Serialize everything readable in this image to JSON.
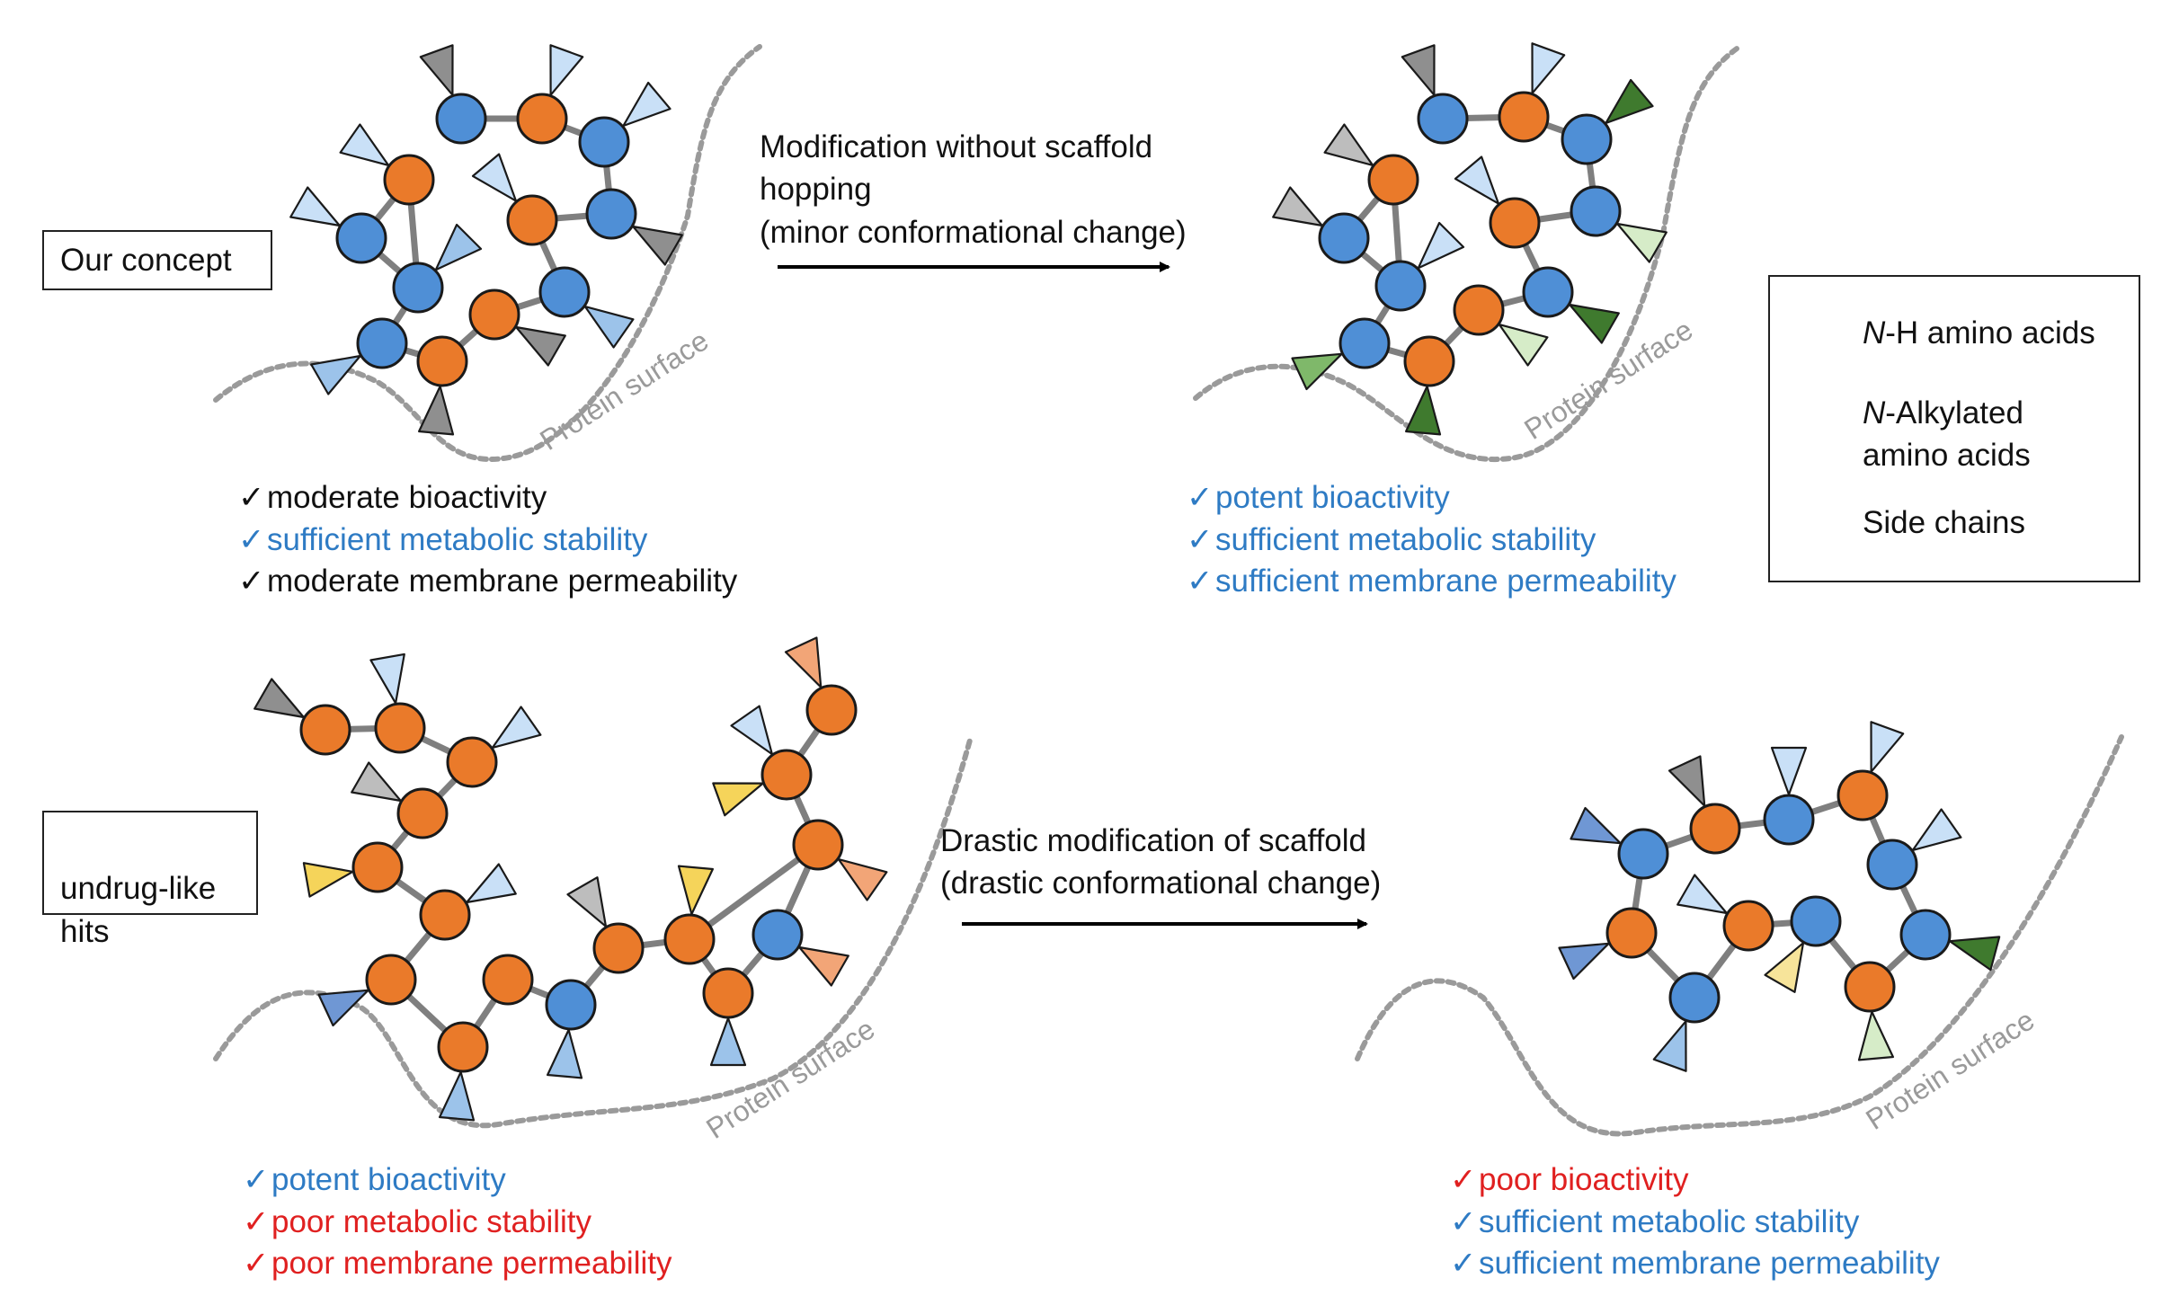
{
  "colors": {
    "nh_fill": "#ea7a2a",
    "nalk_fill": "#4f8fd6",
    "outline": "#1a1a1a",
    "bond": "#7f7f7f",
    "surface": "#9a9a9a",
    "positive_text": "#2e7bc4",
    "negative_text": "#e02020",
    "neutral_text": "#111111"
  },
  "concept_box": {
    "label": "Our concept"
  },
  "hits_box": {
    "label": "undrug-like\nhits"
  },
  "top_arrow": {
    "label": "Modification without scaffold\nhopping\n(minor conformational change)"
  },
  "bottom_arrow": {
    "label": "Drastic modification of scaffold\n(drastic conformational change)"
  },
  "surface_label": "Protein surface",
  "legend": {
    "nh_prefix": "N",
    "nh_suffix": "-H amino acids",
    "alk_prefix": "N",
    "alk_suffix": "-Alkylated",
    "alk_line2": "amino acids",
    "side": "Side chains"
  },
  "lists": {
    "top_left": [
      {
        "mark": "✓",
        "text": "moderate bioactivity",
        "tone": "neutral"
      },
      {
        "mark": "✓",
        "text": "sufficient metabolic stability",
        "tone": "positive"
      },
      {
        "mark": "✓",
        "text": "moderate membrane permeability",
        "tone": "neutral"
      }
    ],
    "top_right": [
      {
        "mark": "✓",
        "text": "potent bioactivity",
        "tone": "positive"
      },
      {
        "mark": "✓",
        "text": "sufficient metabolic stability",
        "tone": "positive"
      },
      {
        "mark": "✓",
        "text": "sufficient membrane permeability",
        "tone": "positive"
      }
    ],
    "bottom_left": [
      {
        "mark": "✓",
        "text": "potent bioactivity",
        "tone": "positive"
      },
      {
        "mark": "✓",
        "text": "poor metabolic stability",
        "tone": "negative"
      },
      {
        "mark": "✓",
        "text": "poor membrane permeability",
        "tone": "negative"
      }
    ],
    "bottom_right": [
      {
        "mark": "✓",
        "text": "poor bioactivity",
        "tone": "negative"
      },
      {
        "mark": "✓",
        "text": "sufficient metabolic stability",
        "tone": "positive"
      },
      {
        "mark": "✓",
        "text": "sufficient membrane permeability",
        "tone": "positive"
      }
    ]
  }
}
